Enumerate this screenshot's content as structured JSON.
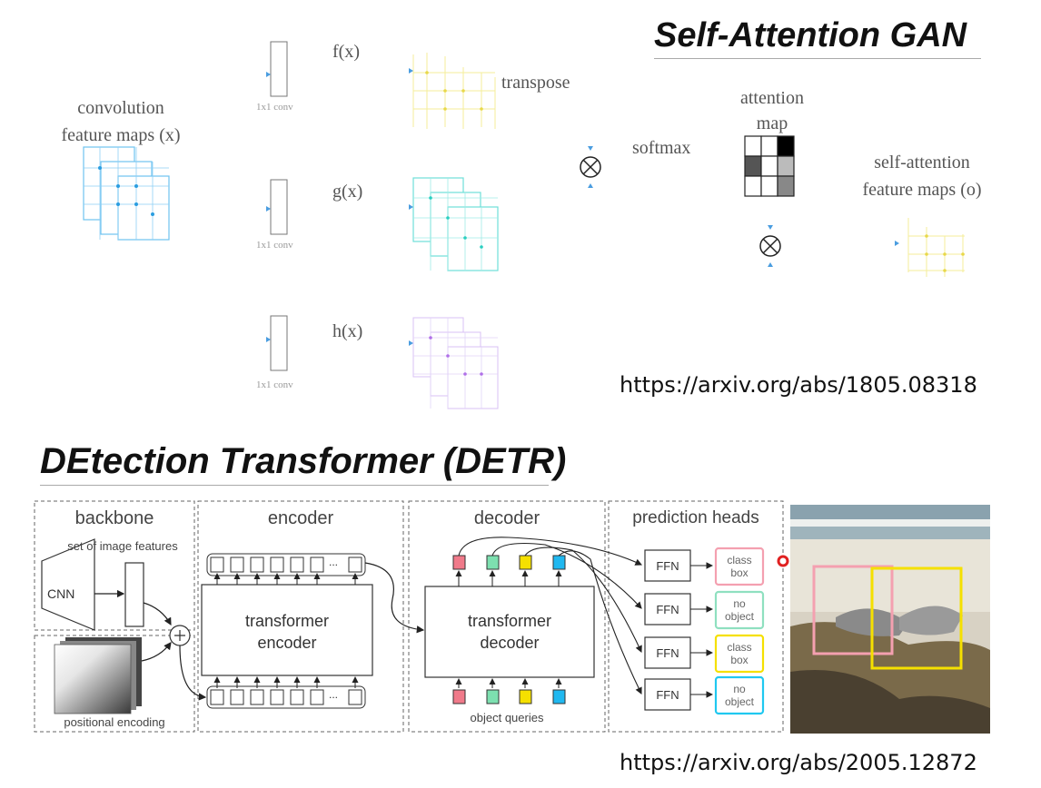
{
  "sagan": {
    "title": "Self-Attention GAN",
    "input_label_line1": "convolution",
    "input_label_line2": "feature maps (x)",
    "conv_label": "1x1 conv",
    "f_label": "f(x)",
    "g_label": "g(x)",
    "h_label": "h(x)",
    "transpose_label": "transpose",
    "softmax_label": "softmax",
    "attention_label_line1": "attention",
    "attention_label_line2": "map",
    "output_label_line1": "self-attention",
    "output_label_line2": "feature maps (o)",
    "url": "https://arxiv.org/abs/1805.08318",
    "colors": {
      "x": "#6ec3f0",
      "f": "#f2ea7a",
      "g": "#6ee0d8",
      "h": "#c89cf0",
      "o": "#f2ea7a"
    }
  },
  "detr": {
    "title": "DEtection Transformer (DETR)",
    "backbone_label": "backbone",
    "set_features_label": "set of image features",
    "cnn_label": "CNN",
    "positional_label": "positional encoding",
    "encoder_label": "encoder",
    "encoder_block_line1": "transformer",
    "encoder_block_line2": "encoder",
    "dots": "...",
    "decoder_label": "decoder",
    "decoder_block_line1": "transformer",
    "decoder_block_line2": "decoder",
    "object_queries_label": "object queries",
    "heads_label": "prediction heads",
    "ffn_label": "FFN",
    "outputs": [
      {
        "line1": "class",
        "line2": "box",
        "color": "#f4a0b0"
      },
      {
        "line1": "no",
        "line2": "object",
        "color": "#8fe0c0"
      },
      {
        "line1": "class",
        "line2": "box",
        "color": "#f5e000"
      },
      {
        "line1": "no",
        "line2": "object",
        "color": "#20c8f0"
      }
    ],
    "query_colors": [
      "#f07a8a",
      "#7de0b0",
      "#f5e000",
      "#20b8f0"
    ],
    "url": "https://arxiv.org/abs/2005.12872"
  }
}
